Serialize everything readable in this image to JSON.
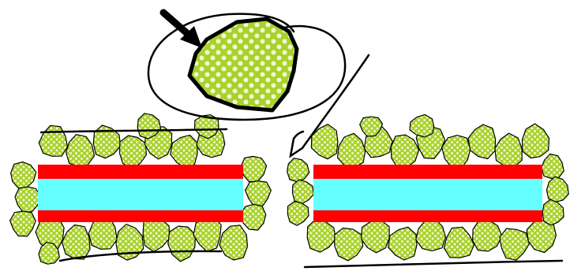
{
  "diagram": {
    "colors": {
      "pellet_fill": "#a8d22c",
      "pellet_dots": "#f2f7d2",
      "pellet_outline": "#000000",
      "outer_layer": "#ff0000",
      "inner_core": "#66ffff",
      "ink": "#000000",
      "background": "#ffffff"
    },
    "assemblies": [
      {
        "id": "left-assembly",
        "layers": [
          "outer-layer",
          "inner-core",
          "outer-layer"
        ]
      },
      {
        "id": "right-assembly",
        "layers": [
          "outer-layer",
          "inner-core",
          "outer-layer"
        ]
      }
    ],
    "callout": {
      "subject": "magnified-pellet",
      "pointer": "arrow"
    }
  }
}
